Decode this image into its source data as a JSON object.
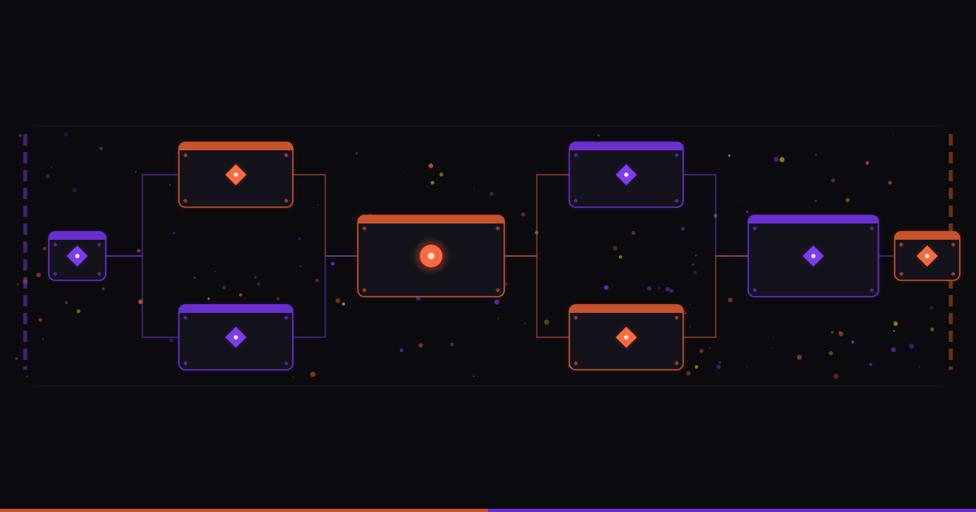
{
  "theme": {
    "background": "#0b0a0e",
    "node_fill": "#14121b",
    "orange": "#c8522e",
    "orange_bright": "#ff6a3d",
    "purple": "#6a2fd0",
    "purple_bright": "#7c3cf0",
    "panel_line": "#1c1a22",
    "particle_gold": "#b58a12"
  },
  "diagram": {
    "type": "flow-graph",
    "nodes": [
      {
        "id": "n1",
        "accent": "purple",
        "icon": "diamond-icon"
      },
      {
        "id": "n2",
        "accent": "orange",
        "icon": "diamond-icon"
      },
      {
        "id": "n3",
        "accent": "purple",
        "icon": "diamond-icon"
      },
      {
        "id": "n4",
        "accent": "orange",
        "icon": "circle-icon"
      },
      {
        "id": "n5",
        "accent": "purple",
        "icon": "diamond-icon"
      },
      {
        "id": "n6",
        "accent": "orange",
        "icon": "diamond-icon"
      },
      {
        "id": "n7",
        "accent": "purple",
        "icon": "diamond-icon"
      },
      {
        "id": "n8",
        "accent": "orange",
        "icon": "diamond-icon"
      }
    ],
    "edges": [
      {
        "from": "n1",
        "to": "n2"
      },
      {
        "from": "n1",
        "to": "n3"
      },
      {
        "from": "n2",
        "to": "n4"
      },
      {
        "from": "n3",
        "to": "n4"
      },
      {
        "from": "n4",
        "to": "n5"
      },
      {
        "from": "n4",
        "to": "n6"
      },
      {
        "from": "n5",
        "to": "n7"
      },
      {
        "from": "n6",
        "to": "n7"
      },
      {
        "from": "n7",
        "to": "n8"
      }
    ]
  }
}
